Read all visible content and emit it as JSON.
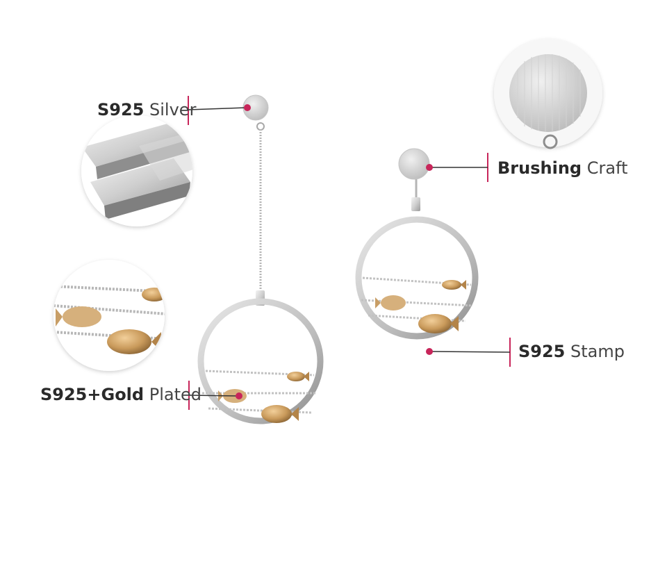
{
  "callouts": {
    "silver": {
      "strong": "S925",
      "light": "Silver"
    },
    "brushing": {
      "strong": "Brushing",
      "light": "Craft"
    },
    "stamp": {
      "strong": "S925",
      "light": "Stamp"
    },
    "gold": {
      "strong": "S925+Gold",
      "light": "Plated"
    }
  },
  "colors": {
    "accent": "#c8255a",
    "silver": "#d8d8d8",
    "gold": "#c99a5b",
    "text": "#333333"
  }
}
